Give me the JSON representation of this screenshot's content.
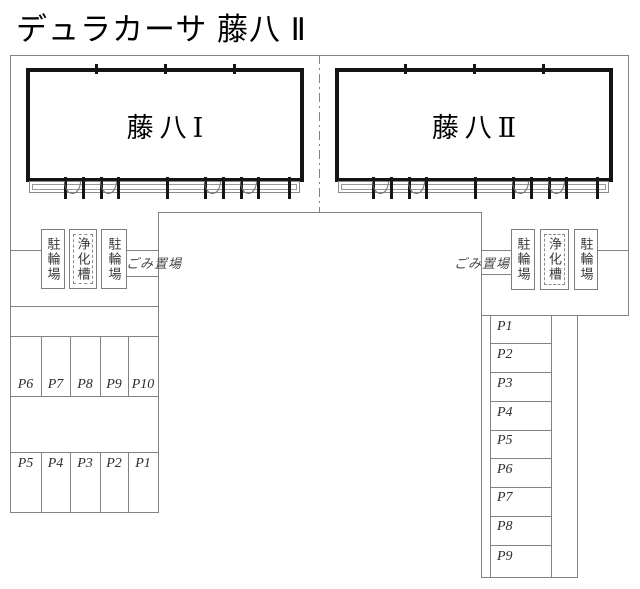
{
  "title": "デュラカーサ 藤八 Ⅱ",
  "buildings": [
    {
      "name": "藤八Ⅰ"
    },
    {
      "name": "藤八Ⅱ"
    }
  ],
  "facilities": {
    "bicycle_label": "駐輪場",
    "septic_label": "浄化槽",
    "garbage_label": "ごみ置場"
  },
  "parking": {
    "left_top": [
      "P6",
      "P7",
      "P8",
      "P9",
      "P10"
    ],
    "left_bottom": [
      "P5",
      "P4",
      "P3",
      "P2",
      "P1"
    ],
    "right": [
      "P1",
      "P2",
      "P3",
      "P4",
      "P5",
      "P6",
      "P7",
      "P8",
      "P9"
    ]
  },
  "colors": {
    "wall": "#151515",
    "thin_line": "#828282",
    "text": "#2e2e2e"
  }
}
